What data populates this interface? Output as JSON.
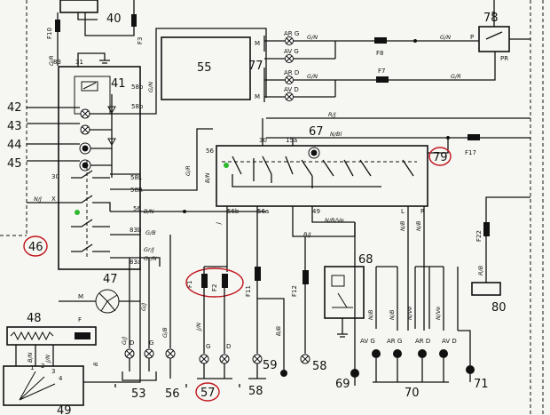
{
  "diagram": {
    "components": {
      "c40": "40",
      "c41": "41",
      "c42": "42",
      "c43": "43",
      "c44": "44",
      "c45": "45",
      "c46": "46",
      "c47": "47",
      "c48": "48",
      "c49": "49",
      "c53": "53",
      "c55": "55",
      "c56": "56",
      "c57": "57",
      "c58a": "58",
      "c58b": "58",
      "c59": "59",
      "c67": "67",
      "c68": "68",
      "c69": "69",
      "c70": "70",
      "c71": "71",
      "c77": "77",
      "c78": "78",
      "c79": "79",
      "c80": "80"
    },
    "fuses": {
      "f3": "F3",
      "f7": "F7",
      "f8": "F8",
      "f10": "F10",
      "f11": "F11",
      "f12": "F12",
      "f17": "F17",
      "f22": "F22",
      "f1": "F1",
      "f2": "F2",
      "f": "F"
    },
    "terminals": {
      "t83": "83",
      "t31": "31",
      "t58b": "58b",
      "t30": "30",
      "t58l": "58L",
      "t58r": "58R",
      "t56": "56",
      "t83b": "83b",
      "t83a": "83a",
      "tx": "X",
      "t56b": "56b",
      "t56a": "56a",
      "t49": "49",
      "t30b": "30",
      "t15a": "15a",
      "t56c": "56",
      "tl": "L",
      "tr": "R",
      "tp": "P",
      "tp2": "P",
      "tpr": "PR",
      "tm": "M",
      "tm2": "M",
      "t1": "1",
      "t2": "2",
      "t3": "3",
      "t4": "4"
    },
    "lamps": {
      "arg": "AR G",
      "avg": "AV G",
      "ard": "AR D",
      "avd": "AV D",
      "avg2": "AV G",
      "arg2": "AR G",
      "ard2": "AR D",
      "avd2": "AV D",
      "d1": "D",
      "g1": "G",
      "g2": "G",
      "d2": "D"
    },
    "wires": {
      "gin": "G/N",
      "gin2": "G/N",
      "gin3": "G/N",
      "gir": "G/R",
      "gir2": "G/R",
      "gir3": "G/R",
      "grb": "G/B",
      "rij": "R/J",
      "nibi": "N/Bl",
      "bin": "B/N",
      "bin2": "B/N",
      "bij": "B/J",
      "nibv": "N/B/Ve",
      "nib": "N/B",
      "nib2": "N/B",
      "nive": "N/Ve",
      "gij": "G/J",
      "grj": "Gr/J",
      "jin": "J/N",
      "b": "B",
      "j": "J",
      "rib": "R/B",
      "gib": "G/B",
      "nij": "N/J",
      "bib": "B/B",
      "grin": "Gr/N"
    },
    "colors": {
      "line": "#111111",
      "highlight": "#c0141c",
      "marker": "#2db82d",
      "paper": "#f6f6f2"
    }
  }
}
